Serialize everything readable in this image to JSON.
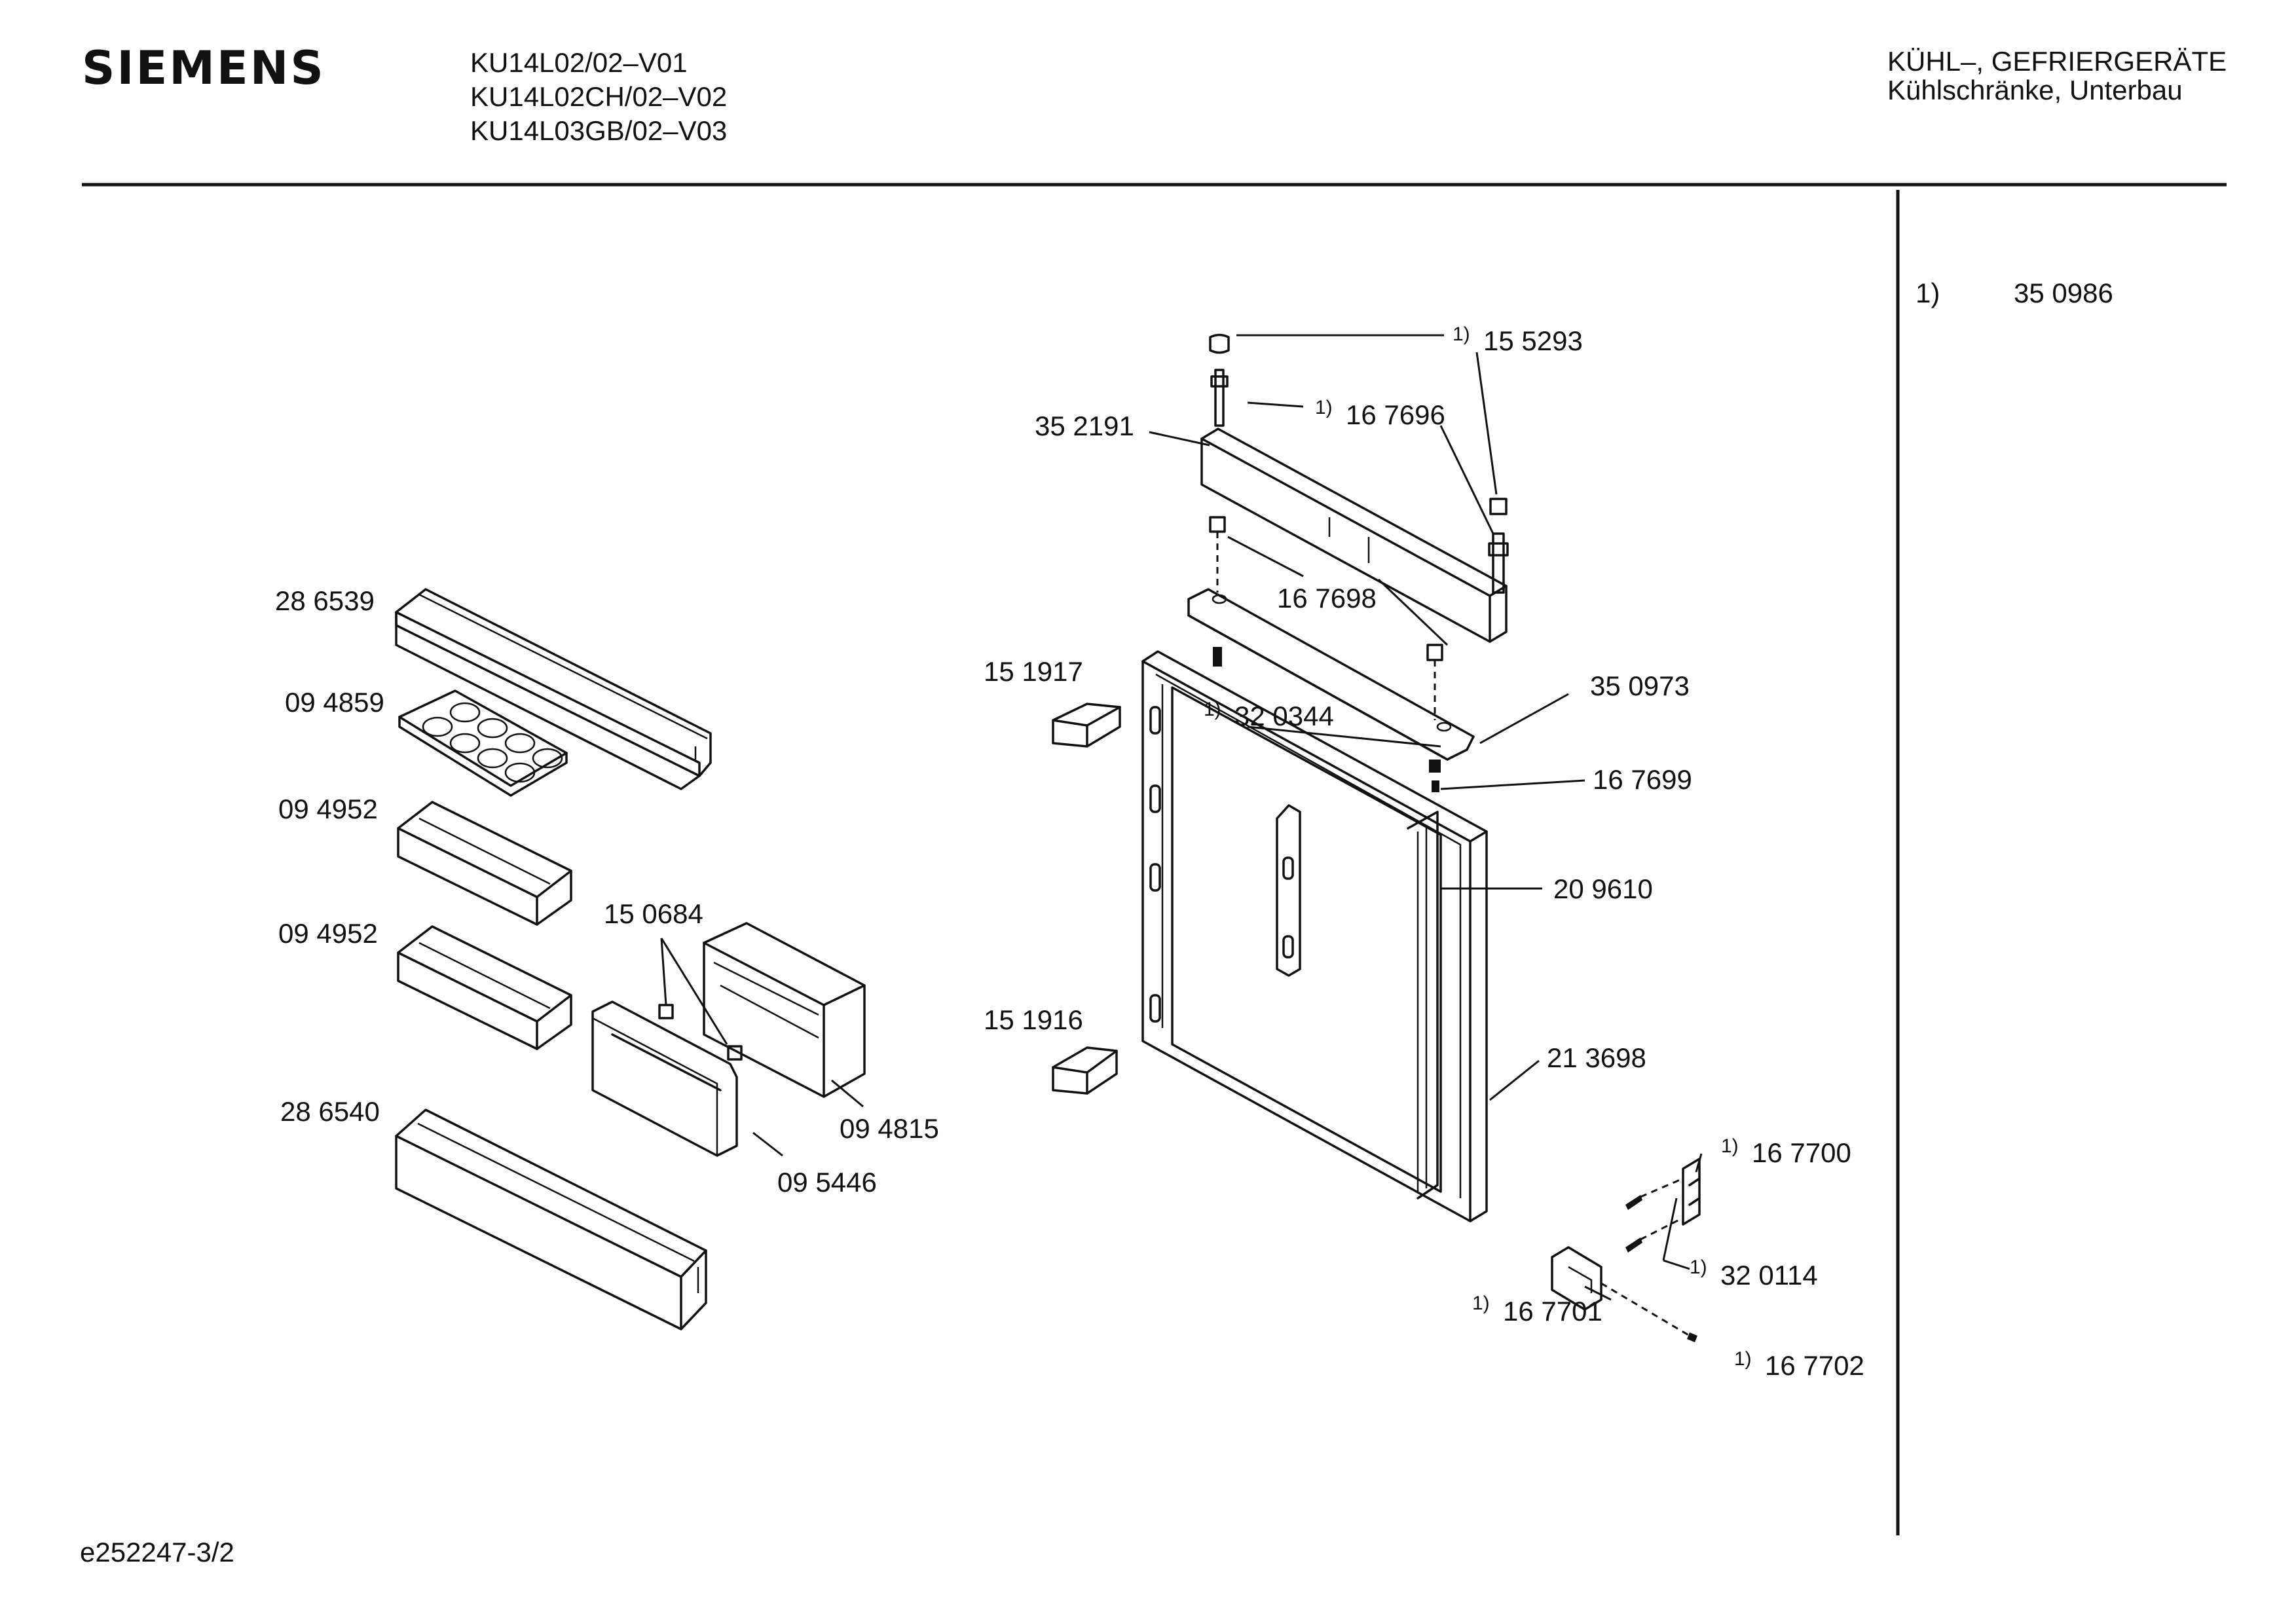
{
  "header": {
    "brand": "SIEMENS",
    "models": [
      "KU14L02/02–V01",
      "KU14L02CH/02–V02",
      "KU14L03GB/02–V03"
    ],
    "category_line1": "KÜHL–, GEFRIERGERÄTE",
    "category_line2": "Kühlschränke, Unterbau"
  },
  "footnote": {
    "marker": "1)",
    "part": "35 0986"
  },
  "footer": {
    "drawing_code": "e252247-3/2"
  },
  "parts": {
    "p286539": "28 6539",
    "p094859": "09 4859",
    "p094952a": "09 4952",
    "p094952b": "09 4952",
    "p286540": "28 6540",
    "p150684": "15 0684",
    "p094815": "09 4815",
    "p095446": "09 5446",
    "p151917": "15 1917",
    "p151916": "15 1916",
    "p155293": "15 5293",
    "p167696": "16 7696",
    "p352191": "35 2191",
    "p167698": "16 7698",
    "p320344": "32 0344",
    "p350973": "35 0973",
    "p167699": "16 7699",
    "p209610": "20 9610",
    "p213698": "21 3698",
    "p167700": "16 7700",
    "p320114": "32 0114",
    "p167701": "16 7701",
    "p167702": "16 7702"
  },
  "superscript": "1)",
  "colors": {
    "ink": "#111111",
    "paper": "#ffffff"
  }
}
